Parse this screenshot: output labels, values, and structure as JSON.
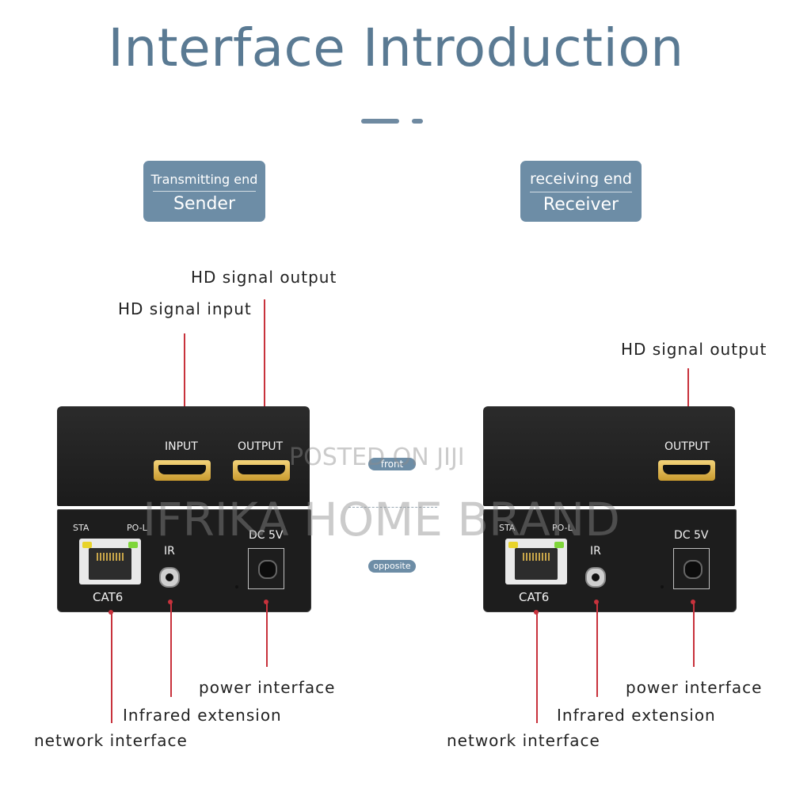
{
  "header": {
    "title": "Interface Introduction"
  },
  "sender_badge": {
    "top": "Transmitting end",
    "bottom": "Sender"
  },
  "receiver_badge": {
    "top": "receiving end",
    "bottom": "Receiver"
  },
  "callouts": {
    "sender_hd_output": "HD signal output",
    "sender_hd_input": "HD signal input",
    "receiver_hd_output": "HD signal output",
    "sender_power": "power interface",
    "sender_infrared": "Infrared extension",
    "sender_network": "network interface",
    "receiver_power": "power interface",
    "receiver_infrared": "Infrared extension",
    "receiver_network": "network interface"
  },
  "sender": {
    "input_label": "INPUT",
    "output_label": "OUTPUT",
    "sta_label": "STA",
    "pol_label": "PO-L",
    "ir_label": "IR",
    "dc_label": "DC 5V",
    "cat_label": "CAT6"
  },
  "receiver": {
    "output_label": "OUTPUT",
    "sta_label": "STA",
    "pol_label": "PO-L",
    "ir_label": "IR",
    "dc_label": "DC 5V",
    "cat_label": "CAT6"
  },
  "tags": {
    "front": "front",
    "opposite": "opposite"
  },
  "watermarks": {
    "line1": "POSTED ON JIJI",
    "line2": "IFRIKA HOME BRAND"
  },
  "colors": {
    "accent": "#6d8da6",
    "title": "#5a7a93",
    "callout_line": "#c8323c",
    "led_yellow": "#e8d32a",
    "led_green": "#7fd63a"
  },
  "icons": {
    "hdmi": "hdmi-port-icon",
    "rj45": "ethernet-port-icon",
    "jack": "audio-jack-icon",
    "dc": "power-jack-icon"
  }
}
